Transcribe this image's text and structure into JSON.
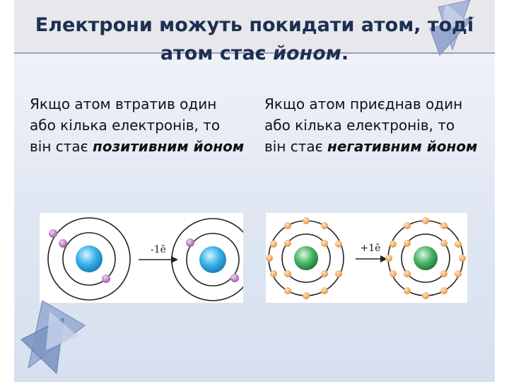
{
  "title": {
    "part1": "Електрони можуть покидати атом, тоді атом стає ",
    "emph": "йоном",
    "part2": "."
  },
  "left_text": {
    "part1": "Якщо атом втратив один або кілька електронів, то він стає ",
    "emph": "позитивним йоном"
  },
  "right_text": {
    "part1": "Якщо атом приєднав один або кілька електронів, то він стає ",
    "emph": "негативним йоном"
  },
  "diagram_left": {
    "arrow_label": "-1ē"
  },
  "diagram_right": {
    "arrow_label": "+1ē"
  },
  "colors": {
    "title_text": "#1d2f52",
    "nucleus_blue": "#2aa6e0",
    "nucleus_green": "#3aa85a",
    "electron_purple": "#b06ab8",
    "electron_orange": "#f0a050",
    "orbit": "#222222"
  }
}
